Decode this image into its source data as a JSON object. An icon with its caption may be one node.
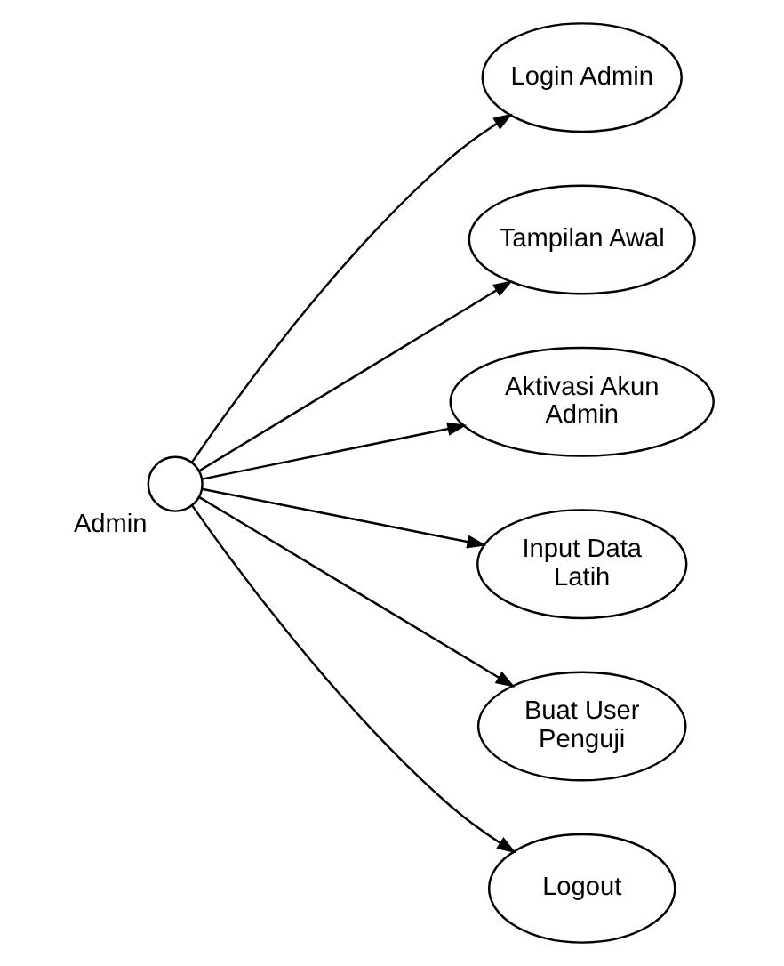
{
  "diagram": {
    "nodes": [
      {
        "text": [
          "Admin"
        ]
      },
      {
        "text": [
          "Login Admin"
        ]
      },
      {
        "text": [
          "Tampilan Awal"
        ]
      },
      {
        "text": [
          "Aktivasi Akun Admin"
        ]
      },
      {
        "text": [
          "Input Data Latih"
        ]
      },
      {
        "text": [
          "Buat User Penguji"
        ]
      },
      {
        "text": [
          "Logout"
        ]
      }
    ],
    "edges": [
      {
        "from": 0,
        "to": 1,
        "arrow": "to"
      },
      {
        "from": 0,
        "to": 2,
        "arrow": "to"
      },
      {
        "from": 0,
        "to": 3,
        "arrow": "to"
      },
      {
        "from": 0,
        "to": 4,
        "arrow": "to"
      },
      {
        "from": 0,
        "to": 5,
        "arrow": "to"
      },
      {
        "from": 0,
        "to": 6,
        "arrow": "to"
      }
    ]
  }
}
